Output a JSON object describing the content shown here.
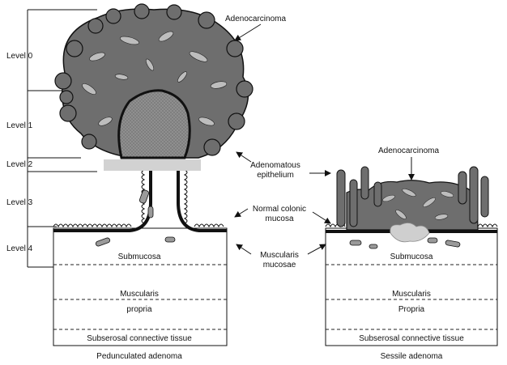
{
  "levels": [
    "Level 0",
    "Level 1",
    "Level 2",
    "Level 3",
    "Level 4"
  ],
  "labels": {
    "adenocarcinoma_left": "Adenocarcinoma",
    "adenocarcinoma_right": "Adenocarcinoma",
    "adenomatous_line1": "Adenomatous",
    "adenomatous_line2": "epithelium",
    "normal_line1": "Normal colonic",
    "normal_line2": "mucosa",
    "muscularis_line1": "Muscularis",
    "muscularis_line2": "mucosae"
  },
  "left_layers": {
    "submucosa": "Submucosa",
    "muscularis_line1": "Muscularis",
    "muscularis_line2": "propria",
    "subserosal": "Subserosal connective tissue"
  },
  "right_layers": {
    "submucosa": "Submucosa",
    "muscularis_line1": "Muscularis",
    "muscularis_line2": "Propria",
    "subserosal": "Subserosal connective tissue"
  },
  "captions": {
    "left": "Pedunculated adenoma",
    "right": "Sessile adenoma"
  },
  "colors": {
    "tumor": "#6e6e6e",
    "stalk": "#9a9a9a",
    "level2_band": "#cfcfcf",
    "outline": "#111111"
  }
}
